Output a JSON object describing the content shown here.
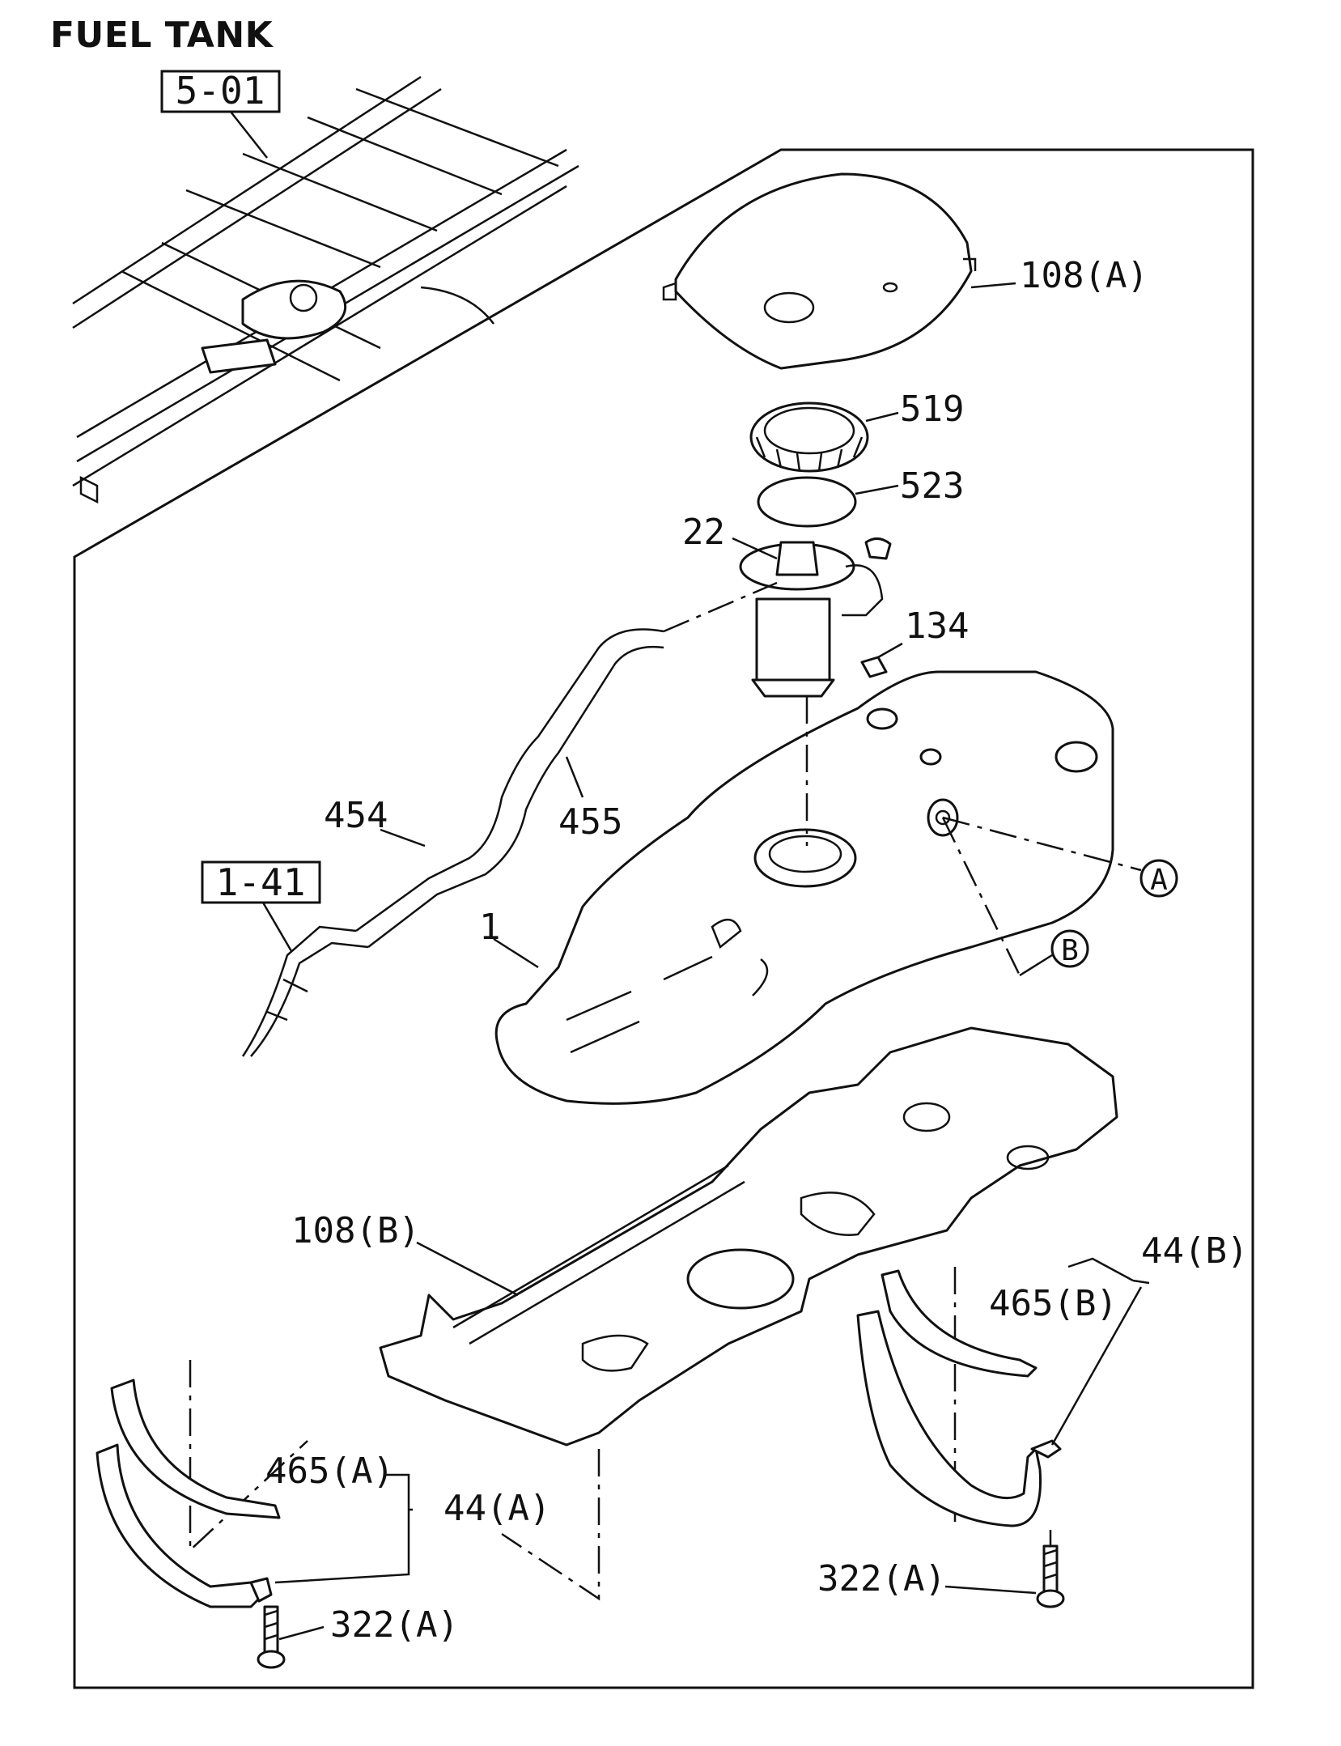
{
  "title": "FUEL TANK",
  "references": {
    "frame": "5-01",
    "pipe": "1-41"
  },
  "callouts": {
    "heat_shield_upper": "108(A)",
    "retainer_ring": "519",
    "gasket": "523",
    "pump_module": "22",
    "clip": "134",
    "hose_454": "454",
    "hose_455": "455",
    "tank": "1",
    "heat_shield_lower": "108(B)",
    "strap_assy_b": "44(B)",
    "strap_pad_b": "465(B)",
    "strap_pad_a": "465(A)",
    "strap_assy_a": "44(A)",
    "bolt_right": "322(A)",
    "bolt_left": "322(A)"
  },
  "markers": {
    "a": "A",
    "b": "B"
  }
}
